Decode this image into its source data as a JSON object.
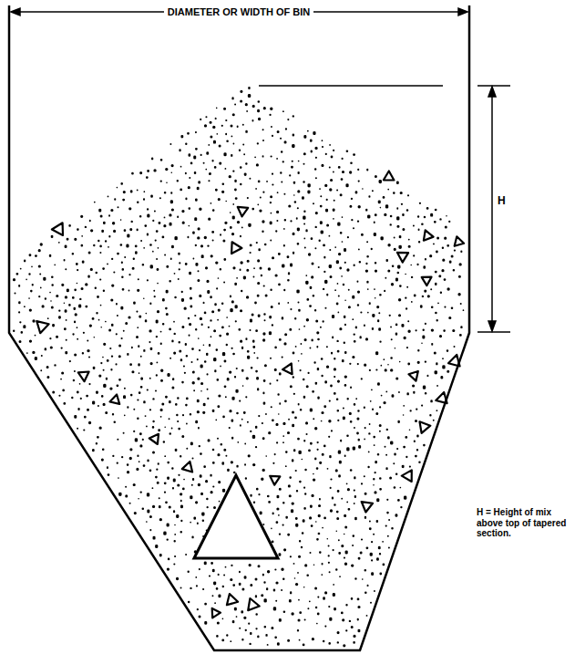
{
  "diagram": {
    "labels": [
      "DIAMETER OR WIDTH OF BIN",
      "H",
      "H = Height of mix above top of tapered section."
    ]
  }
}
